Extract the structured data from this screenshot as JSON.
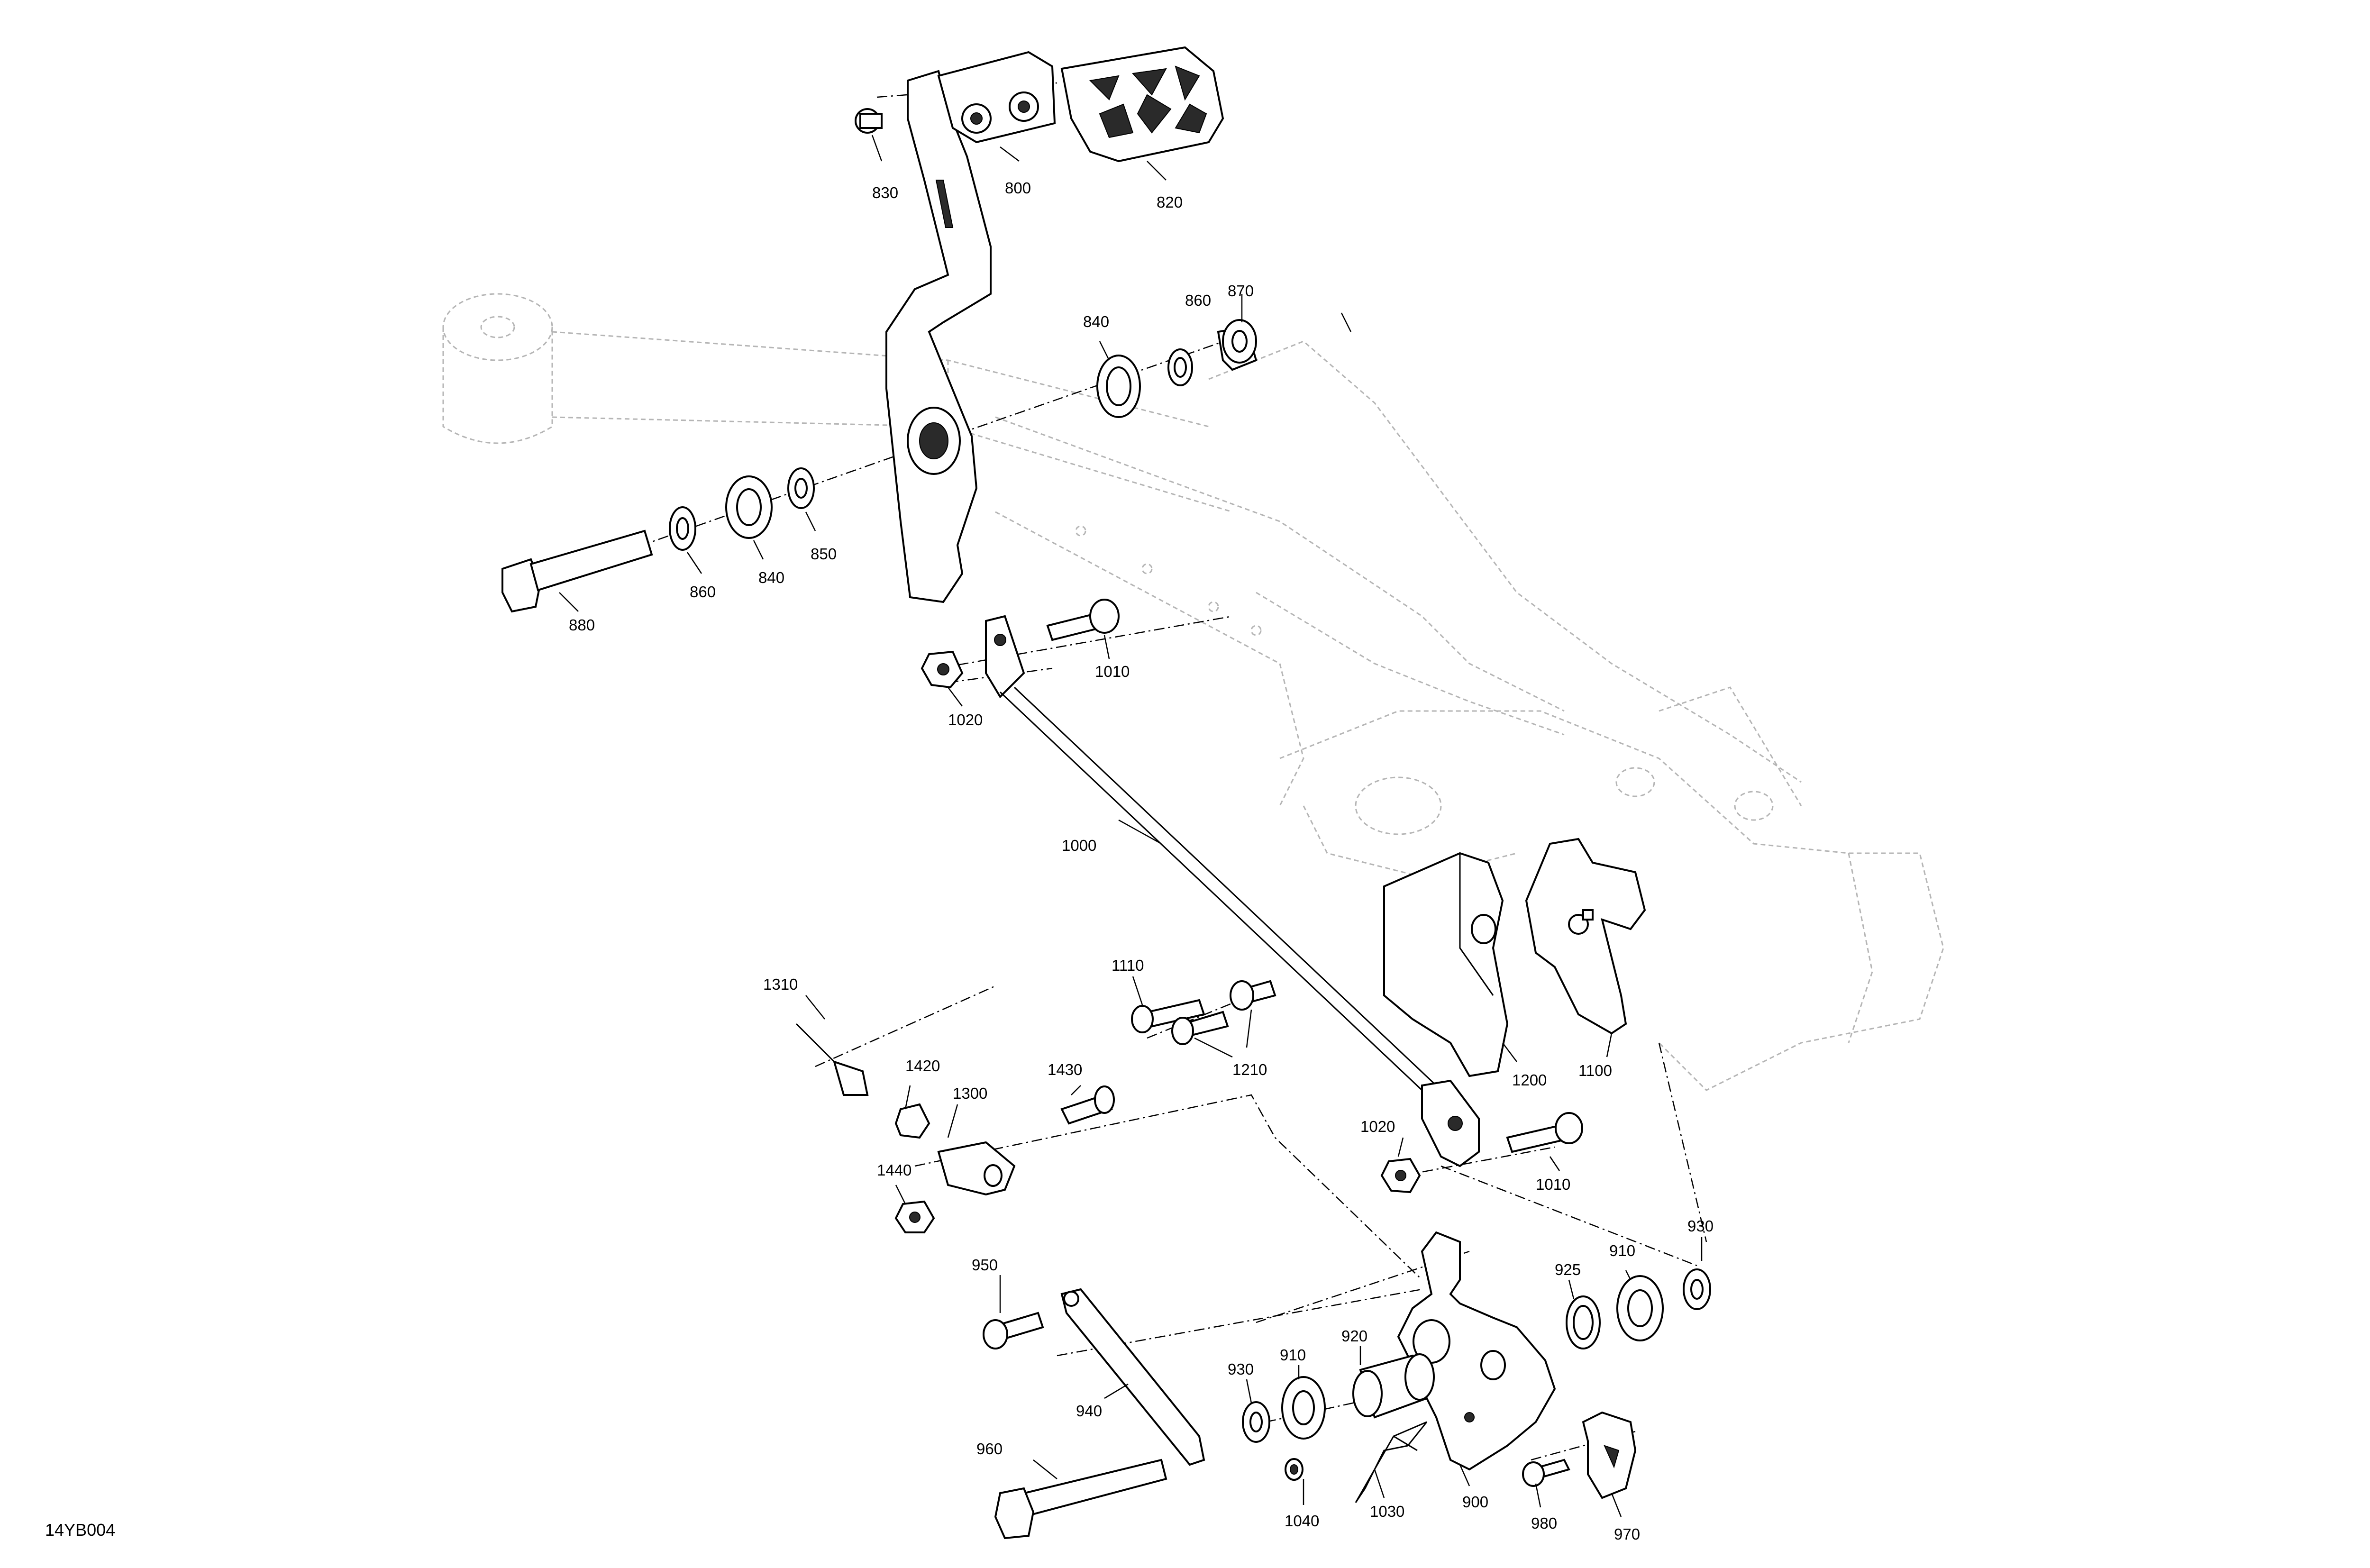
{
  "figure": {
    "ref": "14YB004"
  },
  "callouts": [
    {
      "id": "c800",
      "label": "800"
    },
    {
      "id": "c820",
      "label": "820"
    },
    {
      "id": "c830",
      "label": "830"
    },
    {
      "id": "c840a",
      "label": "840"
    },
    {
      "id": "c860a",
      "label": "860"
    },
    {
      "id": "c870",
      "label": "870"
    },
    {
      "id": "c840b",
      "label": "840"
    },
    {
      "id": "c850",
      "label": "850"
    },
    {
      "id": "c860b",
      "label": "860"
    },
    {
      "id": "c880",
      "label": "880"
    },
    {
      "id": "c1010a",
      "label": "1010"
    },
    {
      "id": "c1020a",
      "label": "1020"
    },
    {
      "id": "c1000",
      "label": "1000"
    },
    {
      "id": "c1110",
      "label": "1110"
    },
    {
      "id": "c1210",
      "label": "1210"
    },
    {
      "id": "c1200",
      "label": "1200"
    },
    {
      "id": "c1100",
      "label": "1100"
    },
    {
      "id": "c1310",
      "label": "1310"
    },
    {
      "id": "c1420",
      "label": "1420"
    },
    {
      "id": "c1300",
      "label": "1300"
    },
    {
      "id": "c1430",
      "label": "1430"
    },
    {
      "id": "c1440",
      "label": "1440"
    },
    {
      "id": "c1020b",
      "label": "1020"
    },
    {
      "id": "c1010b",
      "label": "1010"
    },
    {
      "id": "c950",
      "label": "950"
    },
    {
      "id": "c925",
      "label": "925"
    },
    {
      "id": "c910a",
      "label": "910"
    },
    {
      "id": "c930a",
      "label": "930"
    },
    {
      "id": "c920",
      "label": "920"
    },
    {
      "id": "c910b",
      "label": "910"
    },
    {
      "id": "c930b",
      "label": "930"
    },
    {
      "id": "c940",
      "label": "940"
    },
    {
      "id": "c960",
      "label": "960"
    },
    {
      "id": "c1040",
      "label": "1040"
    },
    {
      "id": "c1030",
      "label": "1030"
    },
    {
      "id": "c900",
      "label": "900"
    },
    {
      "id": "c980",
      "label": "980"
    },
    {
      "id": "c970",
      "label": "970"
    }
  ]
}
